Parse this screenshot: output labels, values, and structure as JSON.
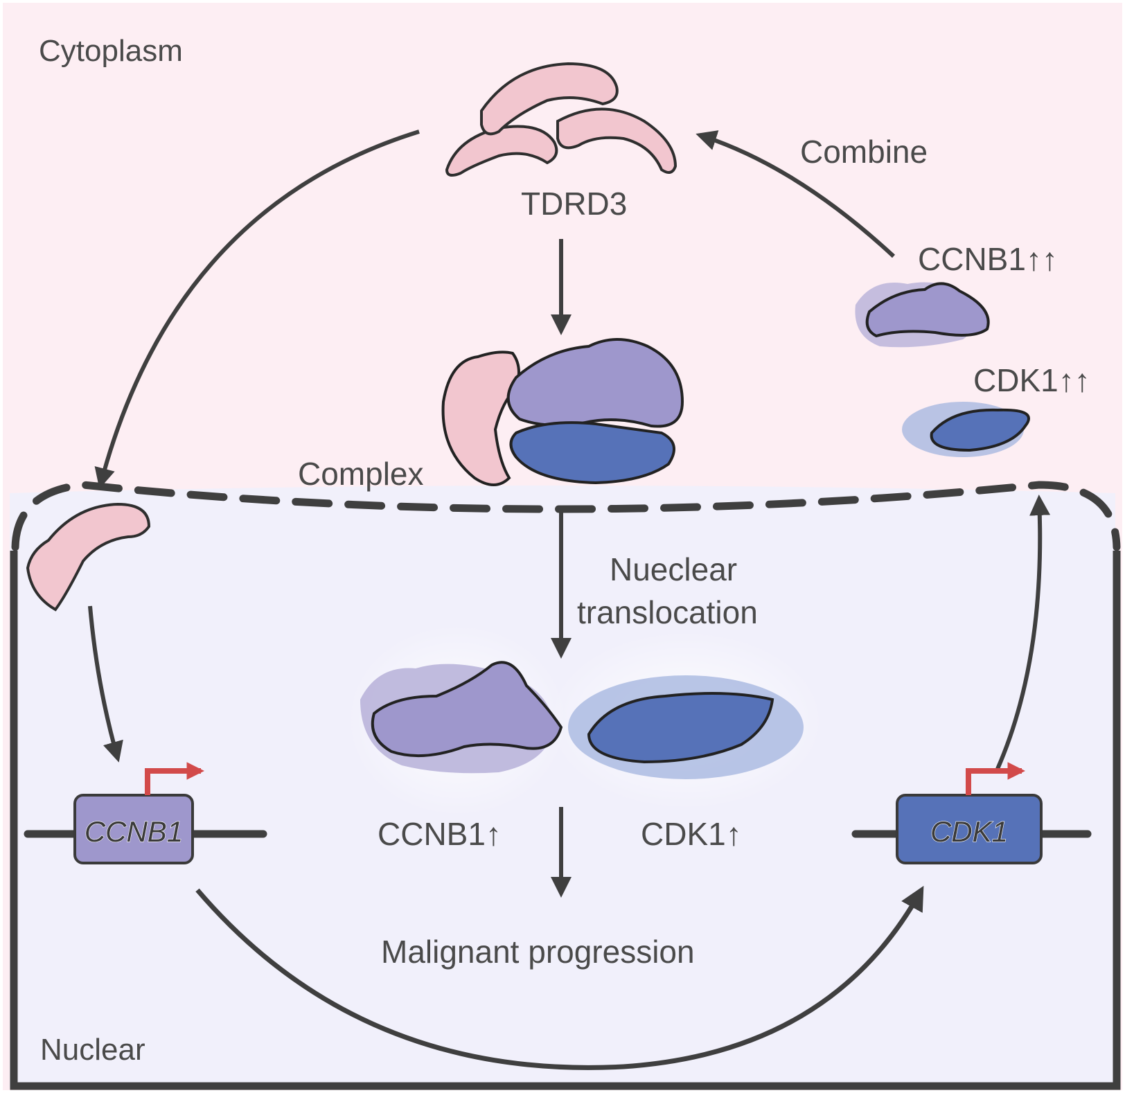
{
  "compartments": {
    "cytoplasm": "Cytoplasm",
    "nuclear": "Nuclear"
  },
  "labels": {
    "tdrd3": "TDRD3",
    "combine": "Combine",
    "complex": "Complex",
    "ccnb1_cyto": "CCNB1↑↑",
    "cdk1_cyto": "CDK1↑↑",
    "nuclear_translocation_line1": "Nueclear",
    "nuclear_translocation_line2": "translocation",
    "ccnb1_nuc": "CCNB1↑",
    "cdk1_nuc": "CDK1↑",
    "malignant_progression": "Malignant progression"
  },
  "genes": {
    "ccnb1": "CCNB1",
    "cdk1": "CDK1"
  },
  "colors": {
    "cytoplasm_bg": "#fdeef3",
    "nucleus_bg": "#f1f0fb",
    "tdrd3_pink": "#f2c6cf",
    "ccnb1_purple": "#9e97cc",
    "cdk1_blue": "#5672b8",
    "promoter_red": "#d24a4a",
    "outline": "#3a3a3a"
  }
}
